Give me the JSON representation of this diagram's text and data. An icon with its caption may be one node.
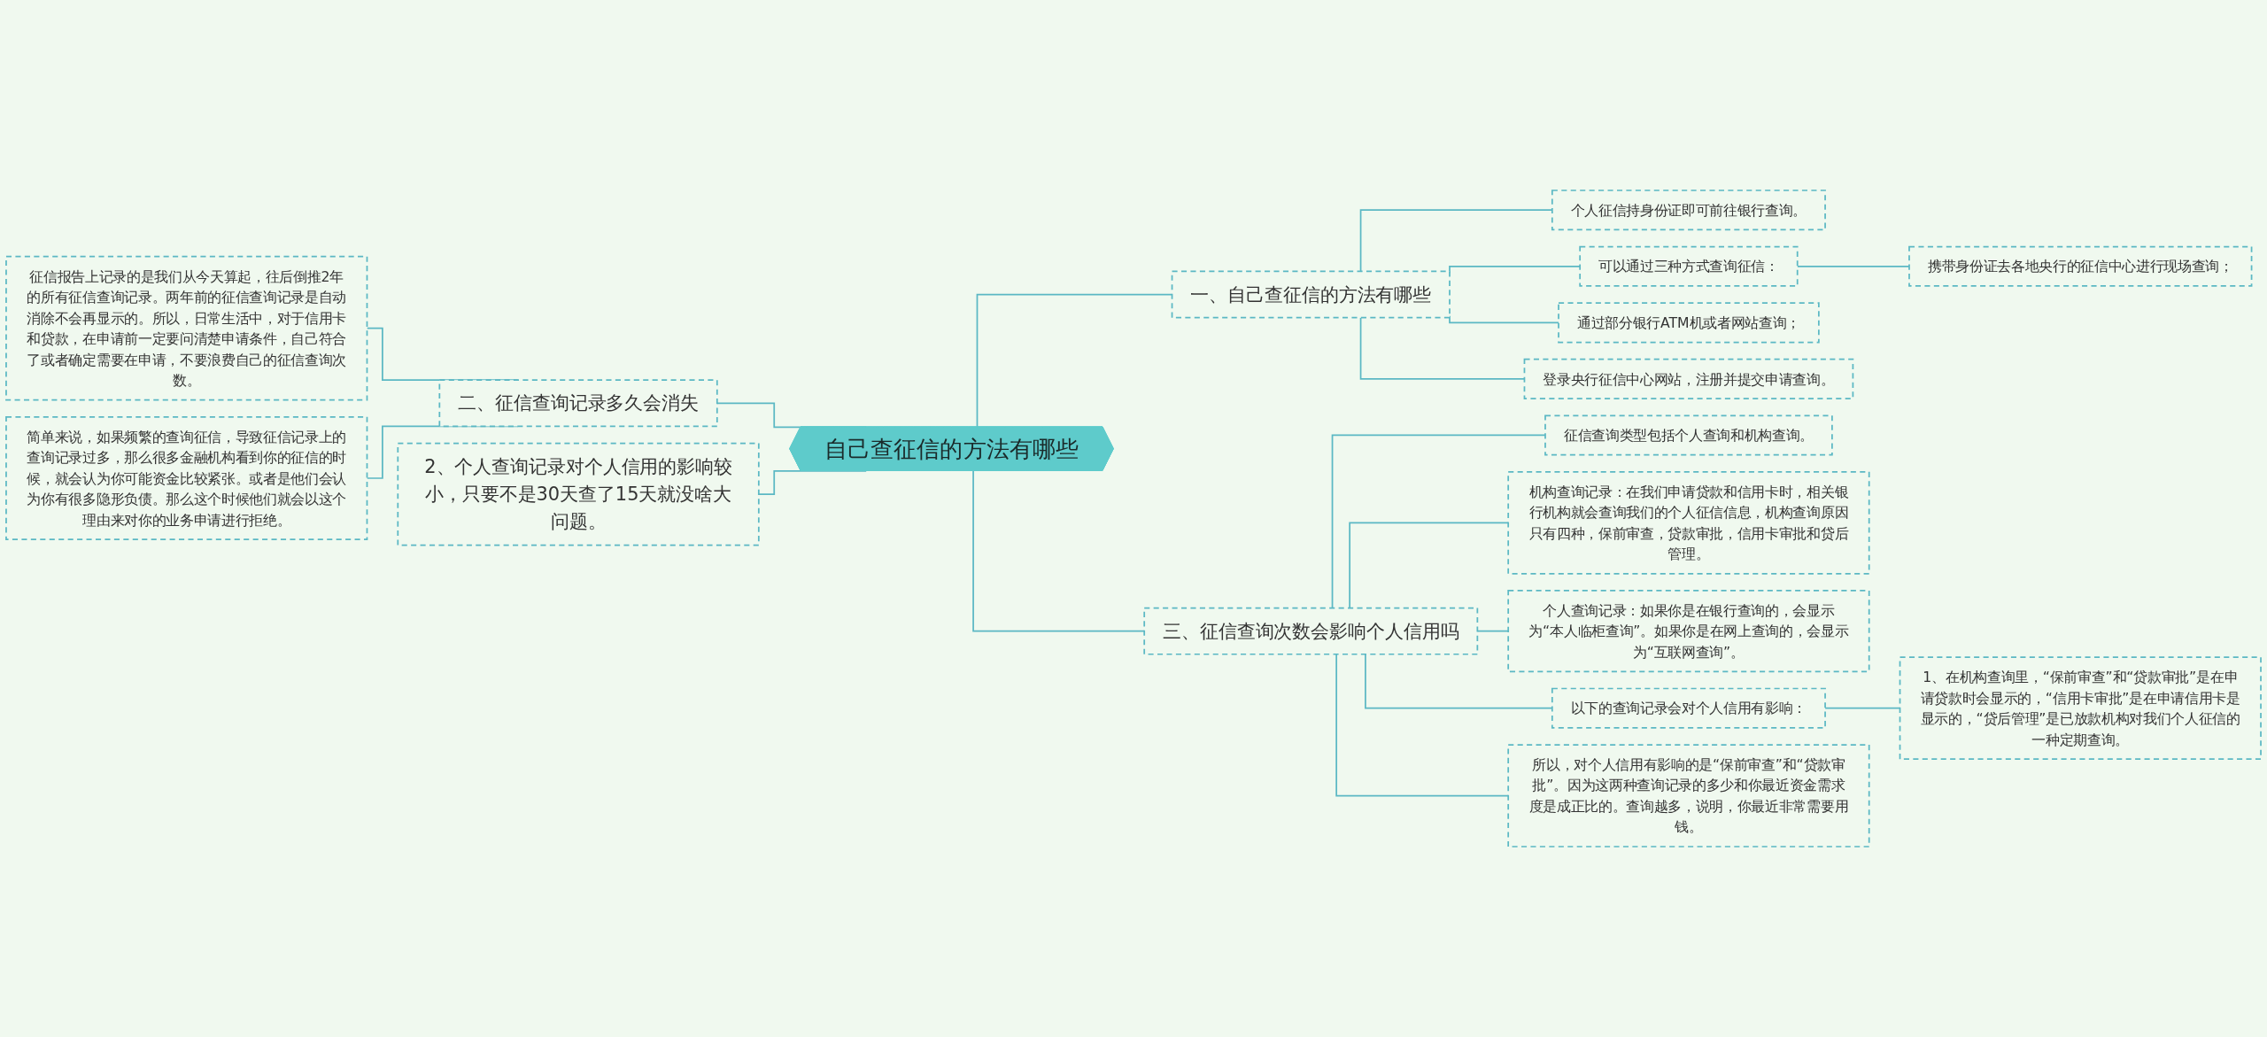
{
  "diagram": {
    "nodes": [
      {
        "text": [
          "自己查征信的方法有哪些"
        ]
      },
      {
        "text": [
          "一、自己查征信的方法有哪些"
        ]
      },
      {
        "text": [
          "个人征信持身份证即可前往银行查询。"
        ]
      },
      {
        "text": [
          "可以通过三种方式查询征信："
        ]
      },
      {
        "text": [
          "携带身份证去各地央行的征信中心进行现场查询；"
        ]
      },
      {
        "text": [
          "通过部分银行ATM机或者网站查询；"
        ]
      },
      {
        "text": [
          "登录央行征信中心网站，注册并提交申请查询。"
        ]
      },
      {
        "text": [
          "三、征信查询次数会影响个人信用吗"
        ]
      },
      {
        "text": [
          "征信查询类型包括个人查询和机构查询。"
        ]
      },
      {
        "text": [
          "机构查询记录：在我们申请贷款和信用卡时，相关银行机构就会查询我们的个人征信信息，机构查询原因只有四种，保前审查，贷款审批，信用卡审批和贷后管理。"
        ]
      },
      {
        "text": [
          "个人查询记录：如果你是在银行查询的，会显示为“本人临柜查询”。如果你是在网上查询的，会显示为“互联网查询”。"
        ]
      },
      {
        "text": [
          "以下的查询记录会对个人信用有影响："
        ]
      },
      {
        "text": [
          "1、在机构查询里，“保前审查”和“贷款审批”是在申请贷款时会显示的，“信用卡审批”是在申请信用卡是显示的，“贷后管理”是已放款机构对我们个人征信的一种定期查询。"
        ]
      },
      {
        "text": [
          "所以，对个人信用有影响的是“保前审查”和“贷款审批”。因为这两种查询记录的多少和你最近资金需求度是成正比的。查询越多，说明，你最近非常需要用钱。"
        ]
      },
      {
        "text": [
          "二、征信查询记录多久会消失"
        ]
      },
      {
        "text": [
          "征信报告上记录的是我们从今天算起，往后倒推2年的所有征信查询记录。两年前的征信查询记录是自动消除不会再显示的。所以，日常生活中，对于信用卡和贷款，在申请前一定要问清楚申请条件，自己符合了或者确定需要在申请，不要浪费自己的征信查询次数。"
        ]
      },
      {
        "text": [
          "简单来说，如果频繁的查询征信，导致征信记录上的查询记录过多，那么很多金融机构看到你的征信的时候，就会认为你可能资金比较紧张。或者是他们会认为你有很多隐形负债。那么这个时候他们就会以这个理由来对你的业务申请进行拒绝。"
        ]
      },
      {
        "text": [
          "2、个人查询记录对个人信用的影响较小，只要不是30天查了15天就没啥大问题。"
        ]
      }
    ],
    "edges": [
      {
        "from": 0,
        "to": 1,
        "arrow": "none"
      },
      {
        "from": 1,
        "to": 2,
        "arrow": "none"
      },
      {
        "from": 1,
        "to": 3,
        "arrow": "none"
      },
      {
        "from": 3,
        "to": 4,
        "arrow": "none"
      },
      {
        "from": 1,
        "to": 5,
        "arrow": "none"
      },
      {
        "from": 1,
        "to": 6,
        "arrow": "none"
      },
      {
        "from": 0,
        "to": 7,
        "arrow": "none"
      },
      {
        "from": 7,
        "to": 8,
        "arrow": "none"
      },
      {
        "from": 7,
        "to": 9,
        "arrow": "none"
      },
      {
        "from": 7,
        "to": 10,
        "arrow": "none"
      },
      {
        "from": 7,
        "to": 11,
        "arrow": "none"
      },
      {
        "from": 11,
        "to": 12,
        "arrow": "none"
      },
      {
        "from": 7,
        "to": 13,
        "arrow": "none"
      },
      {
        "from": 14,
        "to": 0,
        "arrow": "none"
      },
      {
        "from": 15,
        "to": 14,
        "arrow": "none"
      },
      {
        "from": 16,
        "to": 14,
        "arrow": "none"
      },
      {
        "from": 17,
        "to": 0,
        "arrow": "none"
      }
    ]
  }
}
